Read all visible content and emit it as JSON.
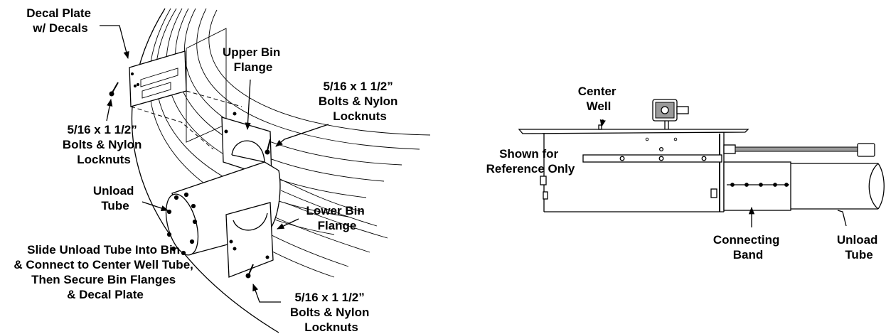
{
  "left_view": {
    "decal_plate": [
      "Decal Plate",
      "w/ Decals"
    ],
    "upper_bin_flange": [
      "Upper Bin",
      "Flange"
    ],
    "bolts_upper_right": [
      "5/16 x 1 1/2”",
      "Bolts & Nylon",
      "Locknuts"
    ],
    "bolts_left": [
      "5/16 x 1 1/2”",
      "Bolts & Nylon",
      "Locknuts"
    ],
    "unload_tube": [
      "Unload",
      "Tube"
    ],
    "lower_bin_flange": [
      "Lower Bin",
      "Flange"
    ],
    "instructions": [
      "Slide Unload Tube Into Bin",
      "& Connect to Center Well Tube,",
      "Then Secure Bin Flanges",
      "& Decal Plate"
    ],
    "bolts_bottom": [
      "5/16 x 1 1/2”",
      "Bolts & Nylon",
      "Locknuts"
    ]
  },
  "right_view": {
    "center_well": [
      "Center",
      "Well"
    ],
    "reference": [
      "Shown for",
      "Reference Only"
    ],
    "connecting_band": [
      "Connecting",
      "Band"
    ],
    "unload_tube": [
      "Unload",
      "Tube"
    ]
  }
}
